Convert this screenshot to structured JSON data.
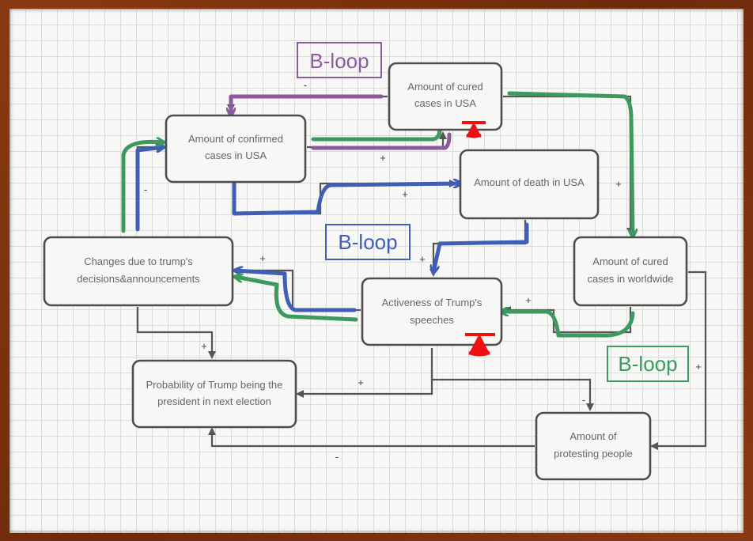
{
  "colors": {
    "box_stroke": "#4d4d4d",
    "arrow": "#555555",
    "purple": "#8e5a9e",
    "blue": "#3f5fb5",
    "green": "#3c9a5f",
    "red_marker": "#ee1111"
  },
  "nodes": {
    "cured_usa": {
      "line1": "Amount of cured",
      "line2": "cases in USA"
    },
    "confirmed_usa": {
      "line1": "Amount of confirmed",
      "line2": "cases in USA"
    },
    "death_usa": {
      "line1": "Amount of death in USA",
      "line2": ""
    },
    "cured_world": {
      "line1": "Amount of cured",
      "line2": "cases in worldwide"
    },
    "trump_changes": {
      "line1": "Changes due to trump's",
      "line2": "decisions&announcements"
    },
    "trump_speeches": {
      "line1": "Activeness of Trump's",
      "line2": "speeches"
    },
    "probability": {
      "line1": "Probability of Trump being the",
      "line2": "president in next election"
    },
    "protesting": {
      "line1": "Amount of",
      "line2": "protesting people"
    }
  },
  "loops": {
    "purple": "B-loop",
    "blue": "B-loop",
    "green": "B-loop"
  },
  "signs": {
    "cured_to_confirmed": "-",
    "confirmed_to_death": "+",
    "confirmed_purple": "+",
    "cured_to_world": "+",
    "world_to_speeches": "+",
    "death_to_speeches": "+",
    "speeches_to_changes": "+",
    "changes_to_confirmed": "-",
    "changes_to_probability": "+",
    "speeches_to_probability": "+",
    "speeches_to_protesting": "-",
    "world_to_protesting": "+",
    "protesting_to_probability": "-"
  }
}
